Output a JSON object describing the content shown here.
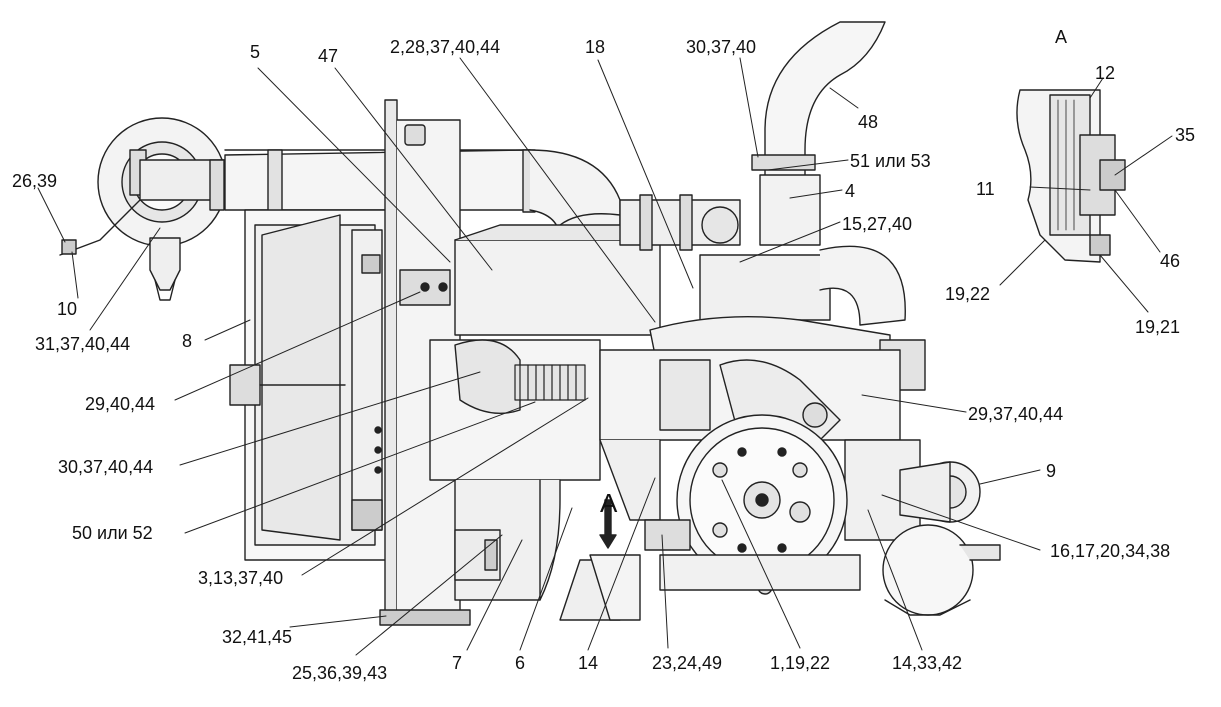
{
  "callouts": {
    "c5": "5",
    "c47": "47",
    "c2_28_37_40_44": "2,28,37,40,44",
    "c18": "18",
    "c30_37_40_top": "30,37,40",
    "c48": "48",
    "c51_53": "51 или 53",
    "c4": "4",
    "c15_27_40": "15,27,40",
    "c26_39": "26,39",
    "c10": "10",
    "c31_37_40_44": "31,37,40,44",
    "c8": "8",
    "c29_40_44": "29,40,44",
    "c30_37_40_44": "30,37,40,44",
    "c50_52": "50 или 52",
    "c3_13_37_40": "3,13,37,40",
    "c32_41_45": "32,41,45",
    "c25_36_39_43": "25,36,39,43",
    "c7": "7",
    "c6": "6",
    "c14": "14",
    "c23_24_49": "23,24,49",
    "c1_19_22": "1,19,22",
    "c14_33_42": "14,33,42",
    "c16_17_20_34_38": "16,17,20,34,38",
    "c9": "9",
    "c29_37_40_44": "29,37,40,44",
    "view_marker": "A"
  },
  "detail_view": {
    "title": "A",
    "c12": "12",
    "c35": "35",
    "c11": "11",
    "c46": "46",
    "c19_22": "19,22",
    "c19_21": "19,21"
  }
}
